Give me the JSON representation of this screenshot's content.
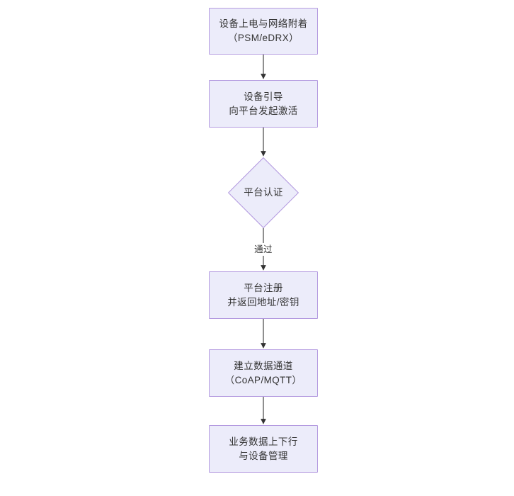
{
  "diagram": {
    "title": "NB-IoT device onboarding flowchart",
    "background": "#ffffff",
    "node_fill": "#ececfa",
    "node_border": "#b49be0",
    "edge_color": "#333333",
    "text_color": "#333333",
    "nodes": [
      {
        "id": "power-on",
        "shape": "process",
        "lines": [
          "设备上电与网络附着",
          "（PSM/eDRX）"
        ]
      },
      {
        "id": "bootstrap",
        "shape": "process",
        "lines": [
          "设备引导",
          "向平台发起激活"
        ]
      },
      {
        "id": "platform-auth",
        "shape": "decision",
        "lines": [
          "平台认证"
        ]
      },
      {
        "id": "platform-register",
        "shape": "process",
        "lines": [
          "平台注册",
          "并返回地址/密钥"
        ]
      },
      {
        "id": "data-channel",
        "shape": "process",
        "lines": [
          "建立数据通道",
          "（CoAP/MQTT）"
        ]
      },
      {
        "id": "service-data",
        "shape": "process",
        "lines": [
          "业务数据上下行",
          "与设备管理"
        ]
      }
    ],
    "edges": [
      {
        "id": "e1",
        "from": "power-on",
        "to": "bootstrap",
        "label": ""
      },
      {
        "id": "e2",
        "from": "bootstrap",
        "to": "platform-auth",
        "label": ""
      },
      {
        "id": "e3",
        "from": "platform-auth",
        "to": "platform-register",
        "label": "通过"
      },
      {
        "id": "e4",
        "from": "platform-register",
        "to": "data-channel",
        "label": ""
      },
      {
        "id": "e5",
        "from": "data-channel",
        "to": "service-data",
        "label": ""
      }
    ]
  }
}
